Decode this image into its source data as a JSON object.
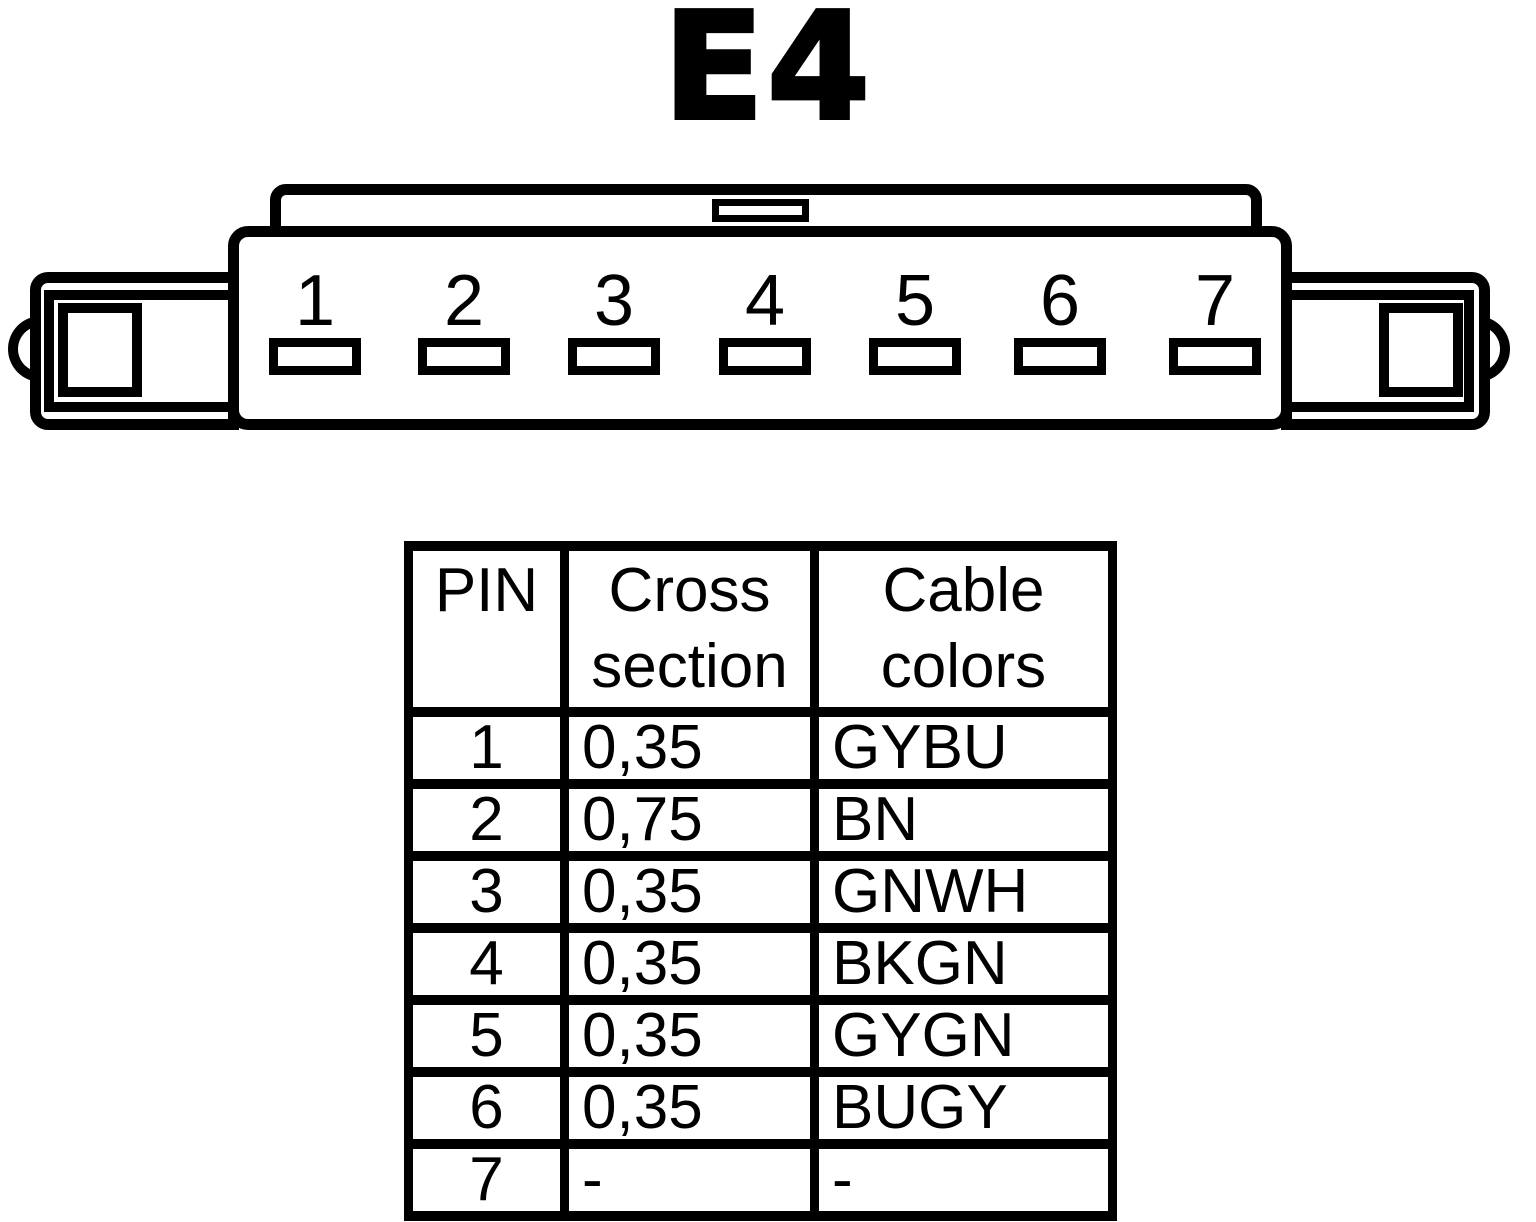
{
  "title": "E4",
  "connector": {
    "pins": [
      "1",
      "2",
      "3",
      "4",
      "5",
      "6",
      "7"
    ]
  },
  "table": {
    "headers": {
      "pin": "PIN",
      "cross_section": "Cross section",
      "cable_colors": "Cable colors"
    },
    "rows": [
      {
        "pin": "1",
        "cross_section": "0,35",
        "cable_colors": "GYBU"
      },
      {
        "pin": "2",
        "cross_section": "0,75",
        "cable_colors": "BN"
      },
      {
        "pin": "3",
        "cross_section": "0,35",
        "cable_colors": "GNWH"
      },
      {
        "pin": "4",
        "cross_section": "0,35",
        "cable_colors": "BKGN"
      },
      {
        "pin": "5",
        "cross_section": "0,35",
        "cable_colors": "GYGN"
      },
      {
        "pin": "6",
        "cross_section": "0,35",
        "cable_colors": "BUGY"
      },
      {
        "pin": "7",
        "cross_section": "-",
        "cable_colors": "-"
      }
    ]
  },
  "colors": {
    "line": "#000000",
    "background": "#ffffff"
  }
}
